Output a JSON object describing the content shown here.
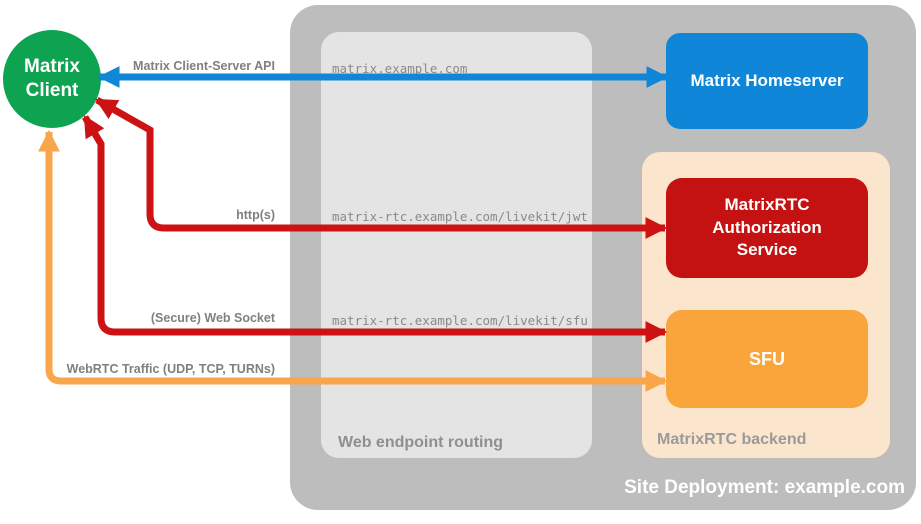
{
  "client": {
    "label": "Matrix Client",
    "color": "#0ea350"
  },
  "deployment": {
    "label": "Site Deployment: example.com",
    "bg": "#bdbdbd"
  },
  "routing": {
    "label": "Web endpoint routing",
    "bg": "#e4e4e4",
    "endpoints": {
      "homeserver": "matrix.example.com",
      "jwt": "matrix-rtc.example.com/livekit/jwt",
      "sfu": "matrix-rtc.example.com/livekit/sfu"
    }
  },
  "backend": {
    "label": "MatrixRTC backend",
    "bg": "#fce5cd"
  },
  "nodes": {
    "homeserver": {
      "label": "Matrix Homeserver",
      "color": "#1086d8"
    },
    "auth": {
      "label": "MatrixRTC Authorization Service",
      "color": "#c41111"
    },
    "sfu": {
      "label": "SFU",
      "color": "#f9a53c"
    }
  },
  "connections": {
    "client_server_api": {
      "label": "Matrix Client-Server API",
      "color": "#1086d8"
    },
    "https": {
      "label": "http(s)",
      "color": "#cc1212"
    },
    "websocket": {
      "label": "(Secure) Web Socket",
      "color": "#cc1212"
    },
    "webrtc": {
      "label": "WebRTC Traffic (UDP, TCP, TURNs)",
      "color": "#f9a64a"
    }
  }
}
